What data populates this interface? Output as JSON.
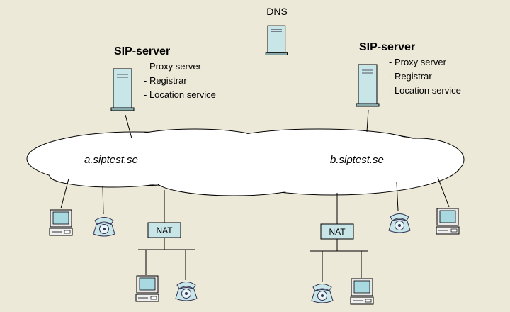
{
  "dns": {
    "label": "DNS"
  },
  "left_server": {
    "title": "SIP-server",
    "services": [
      "- Proxy server",
      "- Registrar",
      "- Location service"
    ]
  },
  "right_server": {
    "title": "SIP-server",
    "services": [
      "- Proxy server",
      "- Registrar",
      "- Location service"
    ]
  },
  "domains": {
    "left": "a.siptest.se",
    "right": "b.siptest.se"
  },
  "nat": {
    "left": "NAT",
    "right": "NAT"
  },
  "icons": {
    "server": "server-tower-icon",
    "computer": "desktop-computer-icon",
    "phone": "telephone-icon"
  },
  "colors": {
    "background": "#ece9d8",
    "device": "#c8e6e8",
    "cloud": "#ffffff"
  }
}
